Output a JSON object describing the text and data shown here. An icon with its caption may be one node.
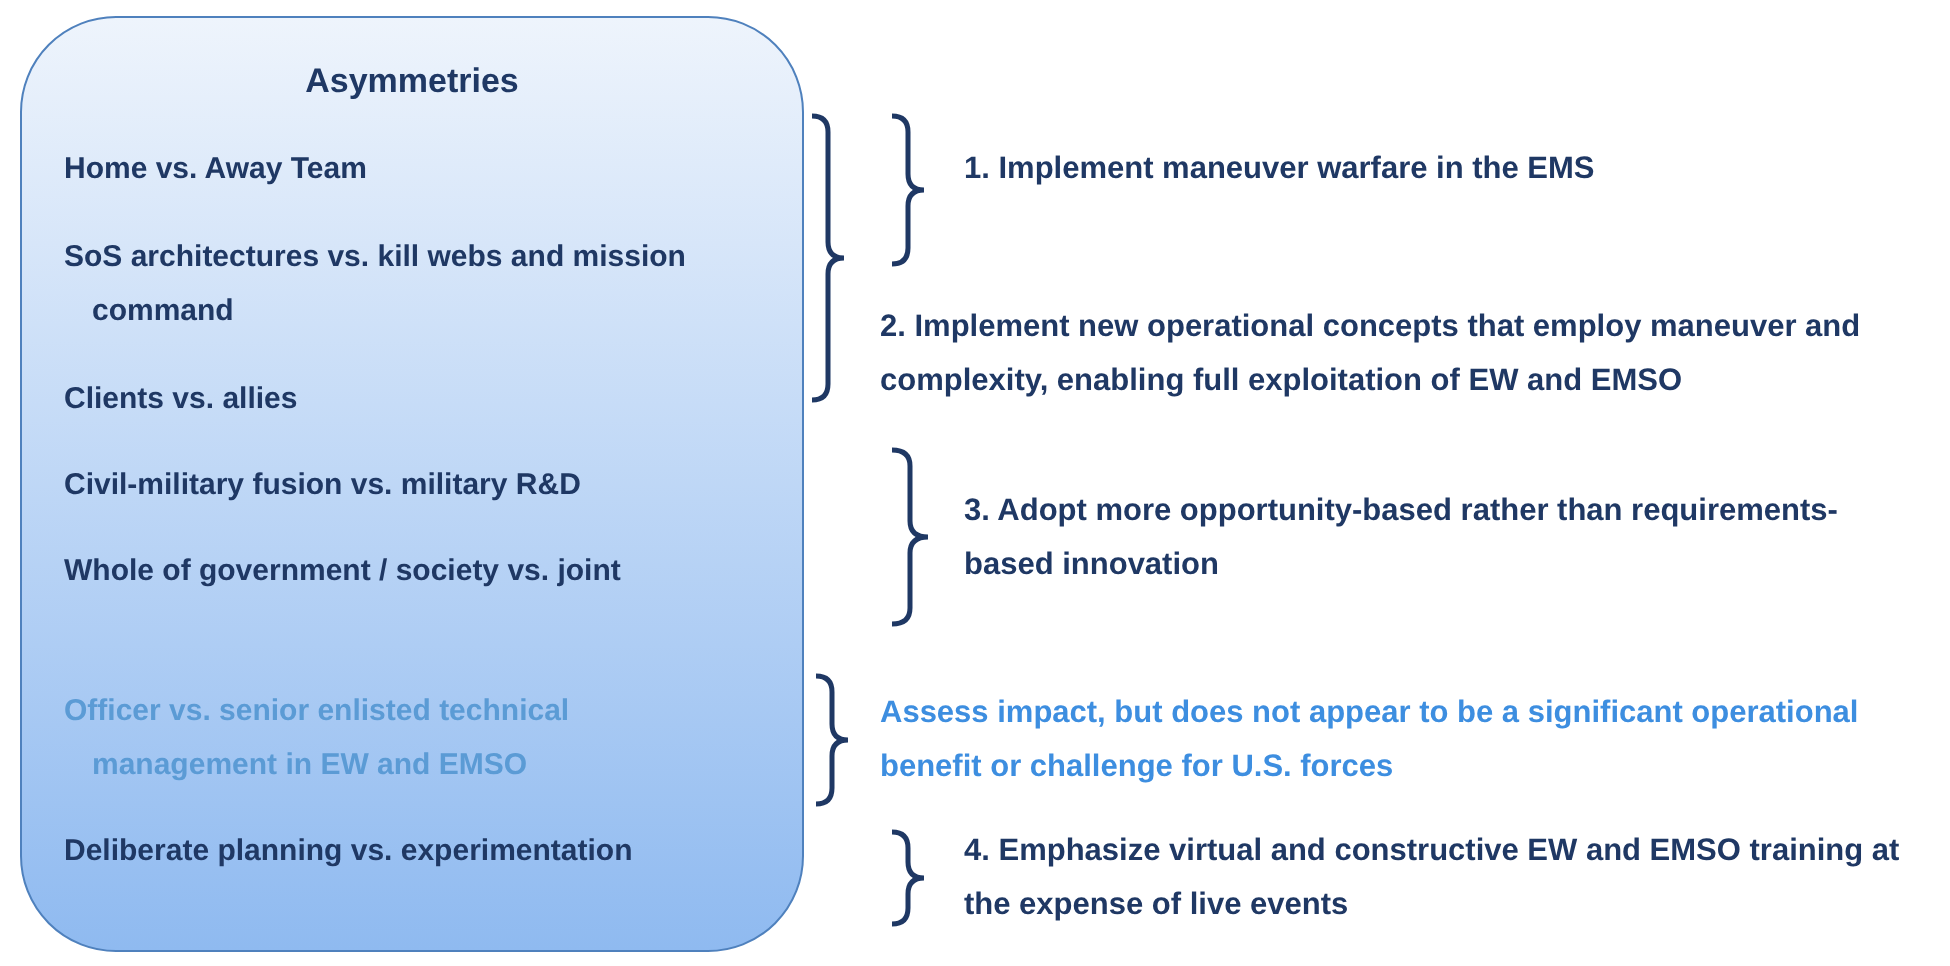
{
  "diagram": {
    "nodes": [
      {
        "text": [
          "Asymmetries"
        ]
      },
      {
        "text": [
          "Home vs. Away Team"
        ],
        "in": 0
      },
      {
        "text": [
          "SoS architectures vs. kill webs and mission command"
        ],
        "in": 0
      },
      {
        "text": [
          "Clients  vs. allies"
        ],
        "in": 0
      },
      {
        "text": [
          "Civil-military fusion vs. military R&D"
        ],
        "in": 0
      },
      {
        "text": [
          "Whole of government / society vs. joint"
        ],
        "in": 0
      },
      {
        "text": [
          "Officer vs. senior enlisted technical management in EW and EMSO"
        ],
        "in": 0
      },
      {
        "text": [
          "Deliberate planning vs. experimentation"
        ],
        "in": 0
      }
    ],
    "edges": [],
    "labels": [
      "1. Implement maneuver warfare in the EMS",
      "2. Implement new operational concepts that employ maneuver and complexity, enabling full exploitation of EW and EMSO",
      "3. Adopt more opportunity-based rather than requirements-based innovation",
      "Assess impact, but does not appear to be a significant operational benefit or challenge for U.S. forces",
      "4. Emphasize virtual and constructive EW and EMSO training at the expense of live events"
    ]
  }
}
